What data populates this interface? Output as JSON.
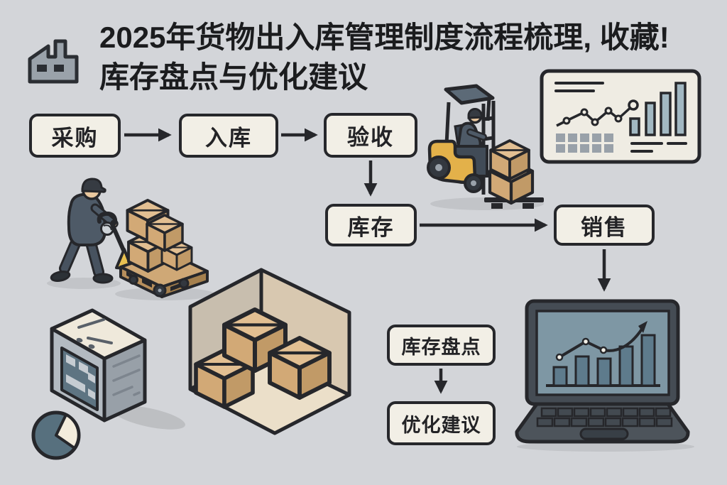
{
  "title": {
    "line1": "2025年货物出入库管理制度流程梳理, 收藏!",
    "line2": "库存盘点与优化建议"
  },
  "flow": {
    "nodes": {
      "purchase": "采购",
      "inbound": "入库",
      "inspection": "验收",
      "inventory": "库存",
      "sales": "销售",
      "stocktake": "库存盘点",
      "optimization": "优化建议"
    },
    "main_sequence": [
      "采购",
      "入库",
      "验收",
      "库存",
      "销售"
    ],
    "secondary_sequence": [
      "库存盘点",
      "优化建议"
    ]
  },
  "illustrations": [
    "factory-icon",
    "forklift-with-boxes",
    "analytics-dashboard-card",
    "worker-with-pallet-jack",
    "warehouse-with-boxes",
    "inventory-device-box",
    "pie-chart-icon",
    "laptop-with-bar-chart"
  ],
  "colors": {
    "background": "#d3d5d9",
    "outline": "#26272b",
    "box_fill": "#f2efe6",
    "card_fill": "#efece3",
    "cardboard_top": "#e2bf92",
    "cardboard_left": "#d2a976",
    "cardboard_right": "#c19a67",
    "forklift_yellow": "#e3b14a",
    "handle_yellow": "#e8c051",
    "clothing_blue": "#4e5a67",
    "screen_blue": "#7e97a4",
    "bar_blue": "#5e7b8c",
    "card_bar_blue": "#a2b8c2",
    "pie_dark": "#57707e",
    "pie_light": "#f3ecdc",
    "wall_left": "#c8beae",
    "wall_right": "#d8c8b0",
    "floor": "#ebdfc9",
    "device_front": "#b3bac1",
    "device_right": "#98a0a8",
    "device_panel": "#5e7482"
  }
}
